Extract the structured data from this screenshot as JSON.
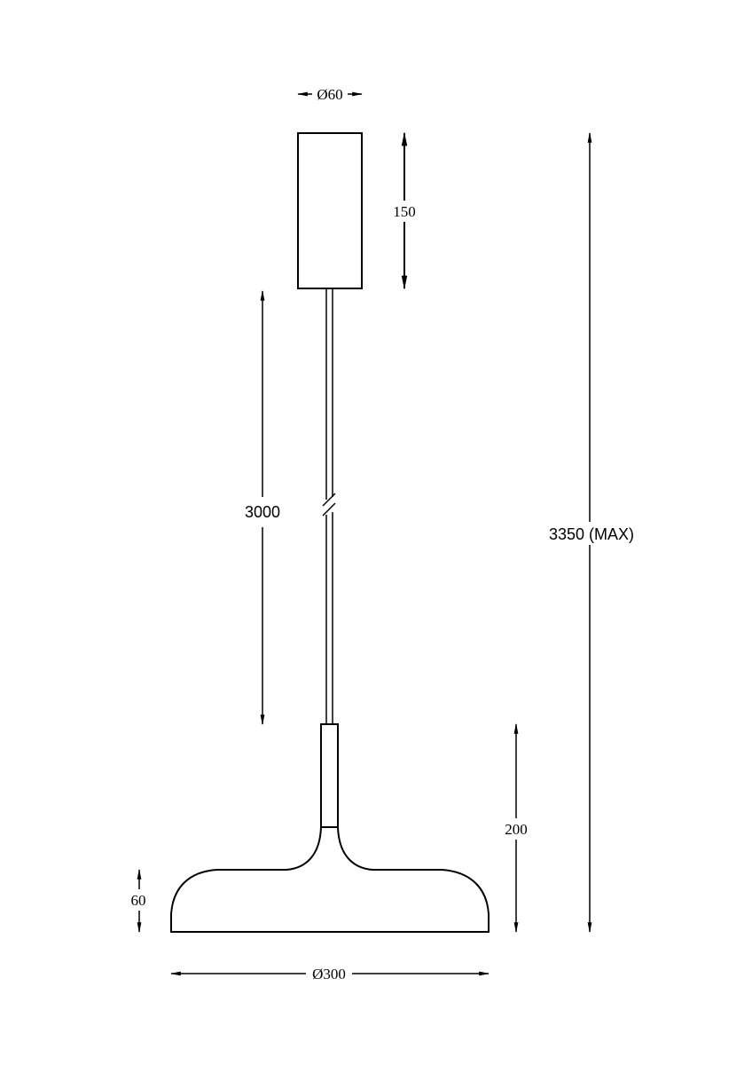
{
  "drawing": {
    "canopy_diameter": "Ø60",
    "canopy_height": "150",
    "cable_length": "3000",
    "total_height": "3350 (MAX)",
    "shade_assembly_height": "200",
    "shade_height": "60",
    "shade_diameter": "Ø300"
  },
  "colors": {
    "line": "#000000",
    "background": "#ffffff"
  }
}
